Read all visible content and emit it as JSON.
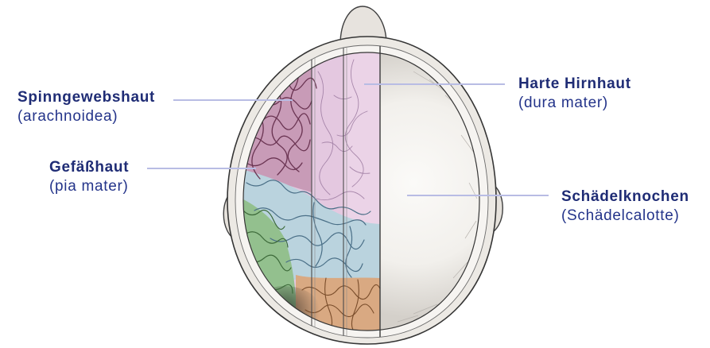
{
  "diagram": {
    "labels": {
      "arachnoidea": {
        "title": "Spinngewebshaut",
        "subtitle": "(arachnoidea)"
      },
      "pia_mater": {
        "title": "Gefäßhaut",
        "subtitle": "(pia mater)"
      },
      "dura_mater": {
        "title": "Harte Hirnhaut",
        "subtitle": "(dura mater)"
      },
      "skull": {
        "title": "Schädelknochen",
        "subtitle": "(Schädelcalotte)"
      }
    }
  },
  "colors": {
    "label_text": "#1f2c75",
    "leader_line": "#b8bce4",
    "dura_mater": "#e4c8e0",
    "arachnoidea": "#c89bb7",
    "pia_mater": "#bad3de",
    "green_region": "#93c08e",
    "orange_region": "#d9a982",
    "skull_bone": "#ece9e4"
  }
}
